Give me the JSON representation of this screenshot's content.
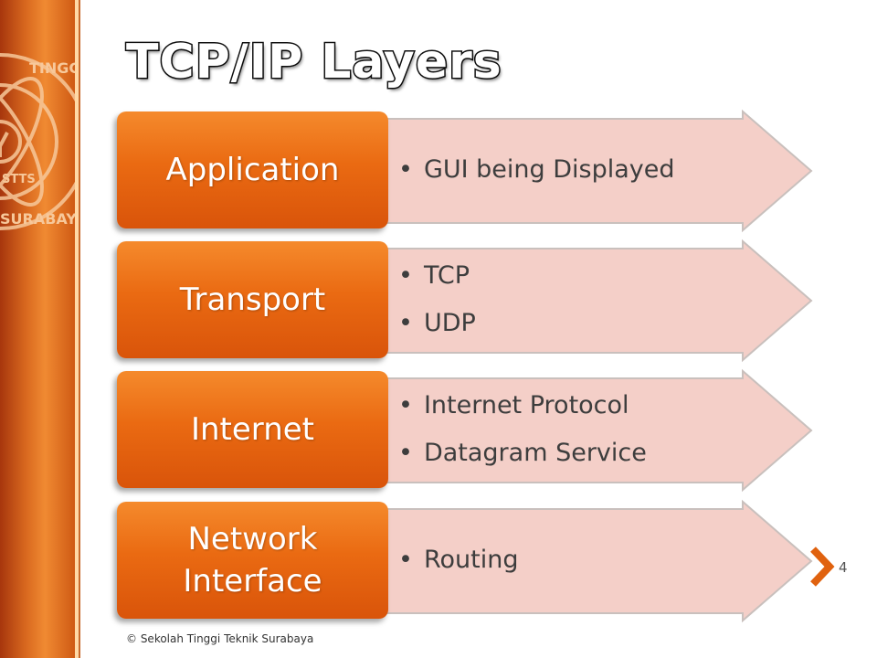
{
  "slide": {
    "title": "TCP/IP Layers",
    "footer": "© Sekolah Tinggi Teknik Surabaya",
    "page_number": "4"
  },
  "logo": {
    "top_text": "TINGGI",
    "middle_text": "STTS",
    "bottom_text": "SURABAY"
  },
  "layers": [
    {
      "name": "Application",
      "items": [
        "GUI being Displayed"
      ]
    },
    {
      "name": "Transport",
      "items": [
        "TCP",
        "UDP"
      ]
    },
    {
      "name": "Internet",
      "items": [
        "Internet Protocol",
        "Datagram Service"
      ]
    },
    {
      "name_line1": "Network",
      "name_line2": "Interface",
      "items": [
        "Routing"
      ]
    }
  ],
  "colors": {
    "accent": "#ea6a12",
    "arrow_fill": "#f4cfc8",
    "sidebar": "#d9691f"
  }
}
